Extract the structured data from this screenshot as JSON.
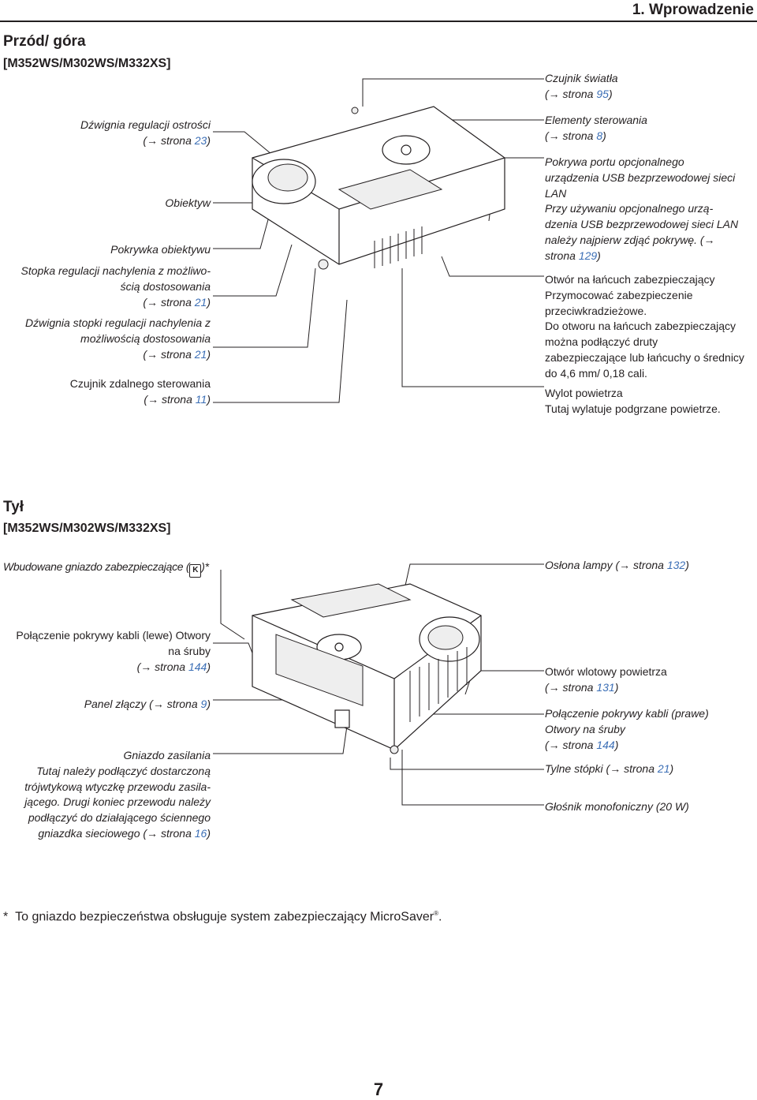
{
  "header": {
    "chapter": "1. Wprowadzenie"
  },
  "front": {
    "title": "Przód/ góra",
    "model": "[M352WS/M302WS/M332XS]",
    "left": [
      {
        "lines": [
          "Dźwignia regulacji ostrości"
        ],
        "ref_pre": "(→ strona ",
        "ref": "23",
        "ref_post": ")"
      },
      {
        "lines": [
          "Obiektyw"
        ]
      },
      {
        "lines": [
          "Pokrywka obiektywu"
        ]
      },
      {
        "lines": [
          "Stopka regulacji nachylenia z możliwo-",
          "ścią dostosowania"
        ],
        "ref_pre": "(→ strona ",
        "ref": "21",
        "ref_post": ")"
      },
      {
        "lines": [
          "Dźwignia stopki regulacji nachylenia z",
          "możliwością dostosowania"
        ],
        "ref_pre": "(→ strona ",
        "ref": "21",
        "ref_post": ")"
      },
      {
        "lines": [
          "Czujnik zdalnego sterowania"
        ],
        "ref_pre": "(→ strona ",
        "ref": "11",
        "ref_post": ")"
      }
    ],
    "right": [
      {
        "lines": [
          "Czujnik światła"
        ],
        "ref_pre": "(→ strona ",
        "ref": "95",
        "ref_post": ")"
      },
      {
        "lines": [
          "Elementy sterowania"
        ],
        "ref_pre": "(→ strona ",
        "ref": "8",
        "ref_post": ")"
      },
      {
        "lines": [
          "Pokrywa portu opcjonalnego",
          "urządzenia USB bezprzewodowej sieci",
          "LAN",
          "Przy używaniu opcjonalnego urzą-",
          "dzenia USB bezprzewodowej sieci LAN",
          "należy najpierw zdjąć pokrywę. (→"
        ],
        "ref_pre": "strona ",
        "ref": "129",
        "ref_post": ")"
      },
      {
        "lines_upright": [
          "Otwór na łańcuch zabezpieczający",
          "Przymocować zabezpieczenie",
          "przeciwkradzieżowe.",
          "Do otworu na łańcuch zabezpieczający",
          "można podłączyć druty",
          "zabezpieczające lub łańcuchy o średnicy",
          "do 4,6 mm/ 0,18 cali."
        ]
      },
      {
        "lines_upright": [
          "Wylot powietrza",
          "Tutaj wylatuje podgrzane powietrze."
        ]
      }
    ]
  },
  "rear": {
    "title": "Tył",
    "model": "[M352WS/M302WS/M332XS]",
    "lock_label_pre": "Wbudowane gniazdo zabezpieczające (",
    "lock_label_post": ")*",
    "lock_icon_letter": "K",
    "lamp_pre": "Osłona lampy (→ strona ",
    "lamp_ref": "132",
    "lamp_post": ")",
    "left": [
      {
        "lines": [
          "Połączenie pokrywy kabli (lewe) Otwory",
          "na śruby"
        ],
        "ref_pre": "(→ strona ",
        "ref": "144",
        "ref_post": ")"
      },
      {
        "inline_pre": "Panel złączy (→ strona ",
        "ref": "9",
        "ref_post": ")"
      },
      {
        "lines": [
          "Gniazdo zasilania",
          "Tutaj należy podłączyć dostarczoną",
          "trójwtykową wtyczkę przewodu zasila-",
          "jącego. Drugi koniec przewodu należy",
          "podłączyć do działającego ściennego"
        ],
        "inline_pre": "gniazdka sieciowego (→ strona ",
        "ref": "16",
        "ref_post": ")"
      }
    ],
    "right": [
      {
        "lines": [
          "Otwór wlotowy powietrza"
        ],
        "ref_pre": "(→ strona ",
        "ref": "131",
        "ref_post": ")"
      },
      {
        "lines": [
          "Połączenie pokrywy kabli (prawe)",
          "Otwory na śruby"
        ],
        "ref_pre": "(→ strona ",
        "ref": "144",
        "ref_post": ")"
      },
      {
        "inline_pre": "Tylne stópki (→ strona ",
        "ref": "21",
        "ref_post": ")"
      },
      {
        "inline_pre": "Głośnik monofoniczny (20 W)"
      }
    ]
  },
  "footnote": {
    "star": "*",
    "text": "To gniazdo bezpieczeństwa obsługuje system zabezpieczający MicroSaver",
    "mark": "®",
    "end": "."
  },
  "page_number": "7"
}
